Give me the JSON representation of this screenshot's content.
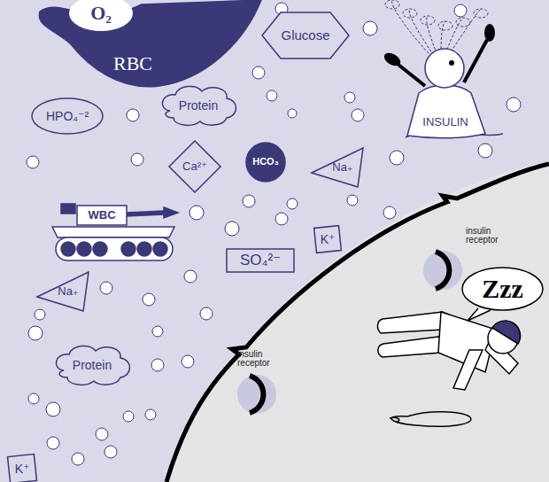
{
  "diagram": {
    "nodes": [
      {
        "text": [
          "RBC"
        ]
      },
      {
        "text": [
          "O₂"
        ],
        "in": 0
      },
      {
        "text": [
          "Glucose"
        ]
      },
      {
        "text": [
          "INSULIN"
        ]
      },
      {
        "text": [
          "HPO₄⁻²"
        ]
      },
      {
        "text": [
          "Protein"
        ]
      },
      {
        "text": [
          "Ca²⁺"
        ]
      },
      {
        "text": [
          "HCO₃"
        ]
      },
      {
        "text": [
          "Na₊"
        ]
      },
      {
        "text": [
          "WBC"
        ]
      },
      {
        "text": [
          "K⁺"
        ]
      },
      {
        "text": [
          "SO₄²⁻"
        ]
      },
      {
        "text": [
          "insulin receptor"
        ]
      },
      {
        "text": [
          "Zzz"
        ]
      },
      {
        "text": [
          "Na₊"
        ]
      },
      {
        "text": [
          "Protein"
        ]
      },
      {
        "text": [
          "insulin receptor"
        ]
      },
      {
        "text": [
          "K⁺"
        ]
      }
    ]
  }
}
